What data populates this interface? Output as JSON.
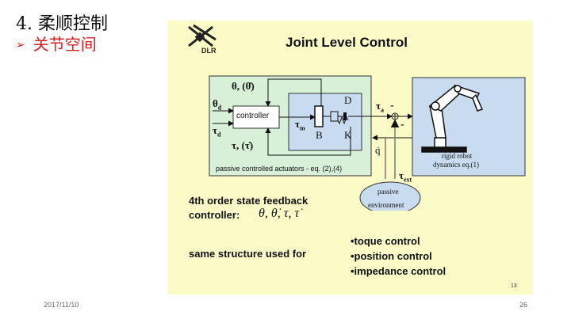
{
  "slide": {
    "title": "4. 柔顺控制",
    "subtitle_bullet": "➢",
    "subtitle": "关节空间",
    "footer_date": "2017/11/10",
    "footer_page": "26"
  },
  "panel": {
    "title": "Joint Level Control",
    "logo_text": "DLR",
    "slide_number": "13",
    "background": "#fbfbc8"
  },
  "diagram": {
    "feedback_top": "θ, (θ̇)",
    "feedback_bottom": "τ, (τ̇)",
    "input_theta": "θ",
    "input_theta_sub": "d",
    "input_tau": "τ",
    "input_tau_sub": "d",
    "controller": "controller",
    "tau_m": "τ",
    "tau_m_sub": "m",
    "label_B": "B",
    "label_D": "D",
    "label_K": "K",
    "tau_a": "τ",
    "tau_a_sub": "a",
    "minus_top": "-",
    "minus_right": "-",
    "q_dot": "q̇",
    "tau_ext": "τ",
    "tau_ext_sub": "ext",
    "actuator_caption": "passive controlled actuators -  eq. (2),(4)",
    "robot_caption_1": "rigid robot",
    "robot_caption_2": "dynamics eq.(1)",
    "environment_1": "passive",
    "environment_2": "environment",
    "actuator_box_color": "#d8efd8",
    "inner_box_color": "#c9dcef",
    "robot_box_color": "#c9dcef"
  },
  "text_blocks": {
    "feedback_line1": "4th order state feedback",
    "feedback_line2": "controller:",
    "feedback_vars": "θ, θ̇, τ, τ̇",
    "same_structure": "same structure used for",
    "uses": [
      "•toque control",
      "•position control",
      "•impedance control"
    ]
  }
}
